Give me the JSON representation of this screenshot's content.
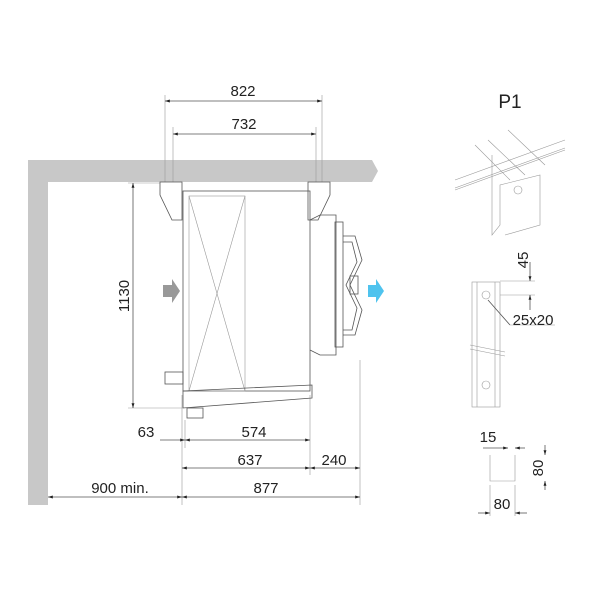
{
  "dimensions": {
    "width_822": "822",
    "width_732": "732",
    "height_1130": "1130",
    "offset_63": "63",
    "depth_574": "574",
    "depth_637": "637",
    "fan_240": "240",
    "clearance": "900 min.",
    "total_877": "877"
  },
  "detail": {
    "title": "P1",
    "hole_offset": "45",
    "hole_size": "25x20",
    "lip": "15",
    "profile_height": "80",
    "profile_width": "80"
  },
  "colors": {
    "wall": "#c8c8c8",
    "air_in": "#999999",
    "air_out": "#4fc3ee"
  }
}
